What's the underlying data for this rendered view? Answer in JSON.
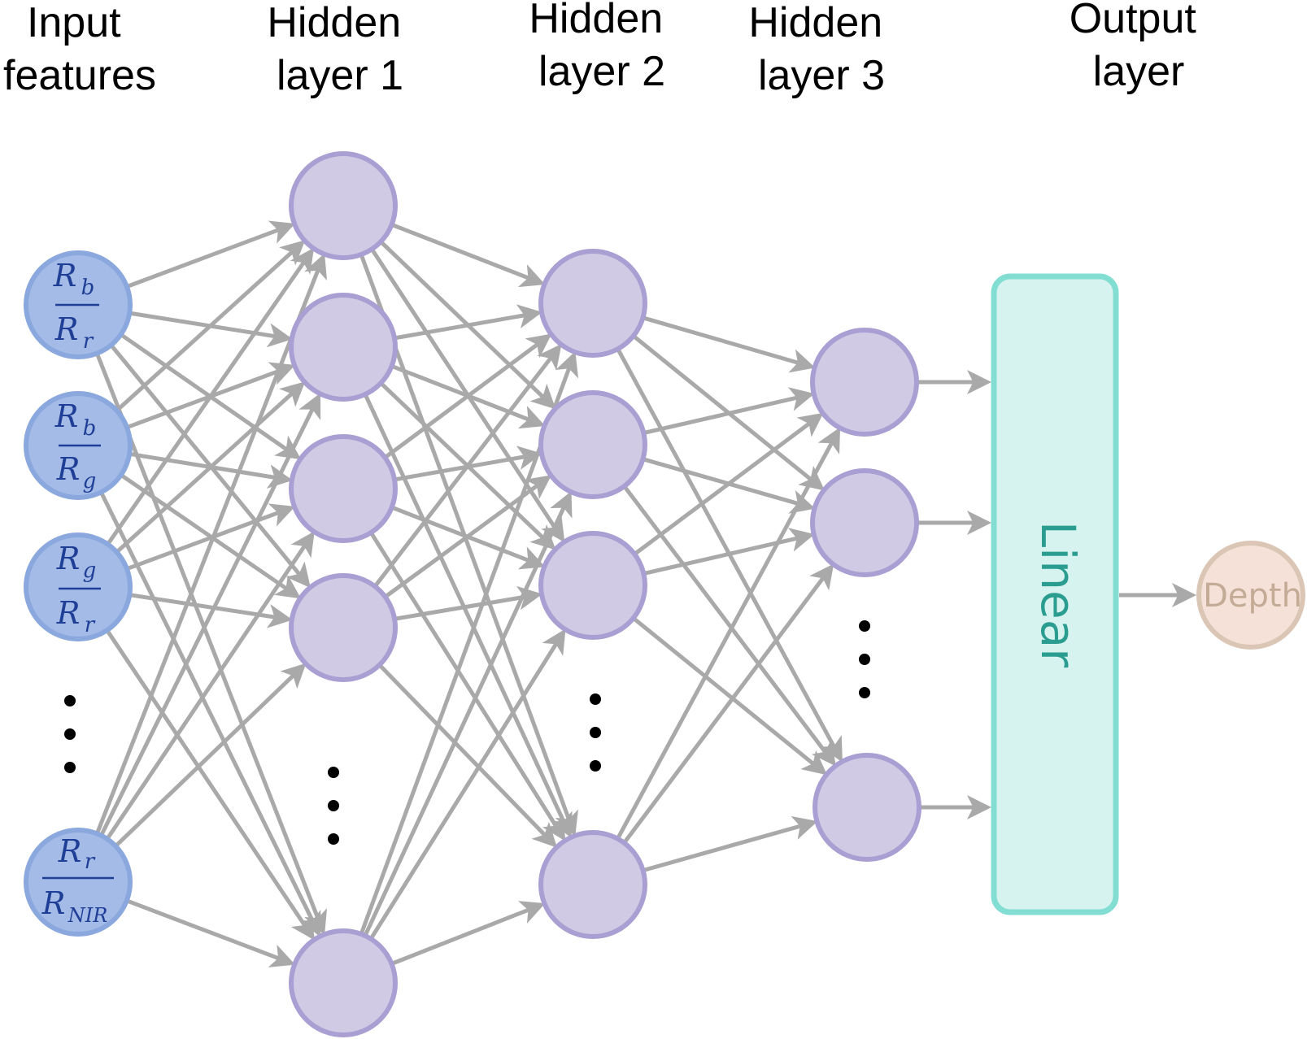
{
  "layer_titles": {
    "input": [
      "Input",
      "features"
    ],
    "hidden1": [
      "Hidden",
      "layer 1"
    ],
    "hidden2": [
      "Hidden",
      "layer 2"
    ],
    "hidden3": [
      "Hidden",
      "layer 3"
    ],
    "output": [
      "Output",
      "layer"
    ]
  },
  "input_features": [
    {
      "num": "R",
      "num_sub": "b",
      "den": "R",
      "den_sub": "r"
    },
    {
      "num": "R",
      "num_sub": "b",
      "den": "R",
      "den_sub": "g"
    },
    {
      "num": "R",
      "num_sub": "g",
      "den": "R",
      "den_sub": "r"
    },
    {
      "num": "R",
      "num_sub": "r",
      "den": "R",
      "den_sub": "NIR"
    }
  ],
  "hidden_layer_1": {
    "visible_nodes": 5,
    "ellipsis": true
  },
  "hidden_layer_2": {
    "visible_nodes": 4,
    "ellipsis": true
  },
  "hidden_layer_3": {
    "visible_nodes": 3,
    "ellipsis": true
  },
  "output_block": {
    "label": "Linear"
  },
  "output_node": {
    "label": "Depth"
  },
  "colors": {
    "input_fill": "#a3bbe6",
    "hidden_fill": "#d0cae4",
    "linear_fill": "#d6f3ef",
    "output_fill": "#f5e1d8",
    "edge": "#a9a9a9"
  }
}
